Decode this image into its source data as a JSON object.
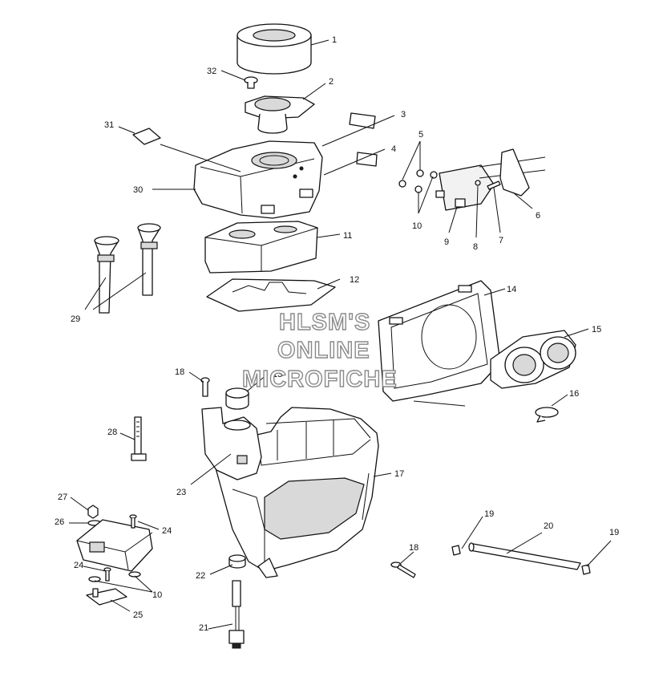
{
  "watermark": {
    "line1": "HLSM'S",
    "line2": "ONLINE",
    "line3": "MICROFICHE"
  },
  "callouts": [
    "1",
    "2",
    "3",
    "4",
    "5",
    "6",
    "7",
    "8",
    "9",
    "10",
    "11",
    "12",
    "13",
    "14",
    "15",
    "16",
    "17",
    "18",
    "18",
    "19",
    "19",
    "20",
    "21",
    "22",
    "23",
    "24",
    "24",
    "25",
    "26",
    "27",
    "28",
    "29",
    "30",
    "31",
    "32",
    "10"
  ]
}
